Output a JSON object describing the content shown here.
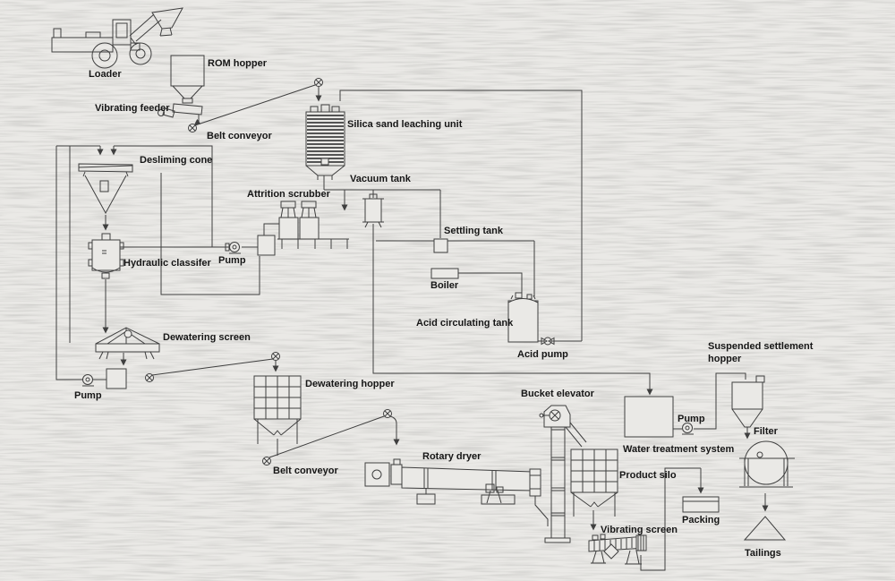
{
  "colors": {
    "background": "#eae9e6",
    "line": "#3f3f3f",
    "tank_stripe": "#232323",
    "text": "#161616"
  },
  "labels": {
    "loader": "Loader",
    "rom_hopper": "ROM hopper",
    "vibrating_feeder": "Vibrating feeder",
    "belt_conveyor_upper": "Belt conveyor",
    "desliming_cone": "Desliming cone",
    "silica_sand_leaching_unit": "Silica sand leaching unit",
    "vacuum_tank": "Vacuum tank",
    "attrition_scrubber": "Attrition scrubber",
    "settling_tank": "Settling tank",
    "pump_scrubber": "Pump",
    "hydraulic_classifier": "Hydraulic classifer",
    "boiler": "Boiler",
    "acid_circulating_tank": "Acid circulating tank",
    "acid_pump": "Acid pump",
    "dewatering_screen": "Dewatering screen",
    "pump_dewatering": "Pump",
    "dewatering_hopper": "Dewatering hopper",
    "belt_conveyor_lower": "Belt conveyor",
    "rotary_dryer": "Rotary dryer",
    "bucket_elevator": "Bucket elevator",
    "water_treatment_system": "Water treatment system",
    "pump_water_treatment": "Pump",
    "suspended_settlement_hopper": [
      "Suspended settlement",
      "hopper"
    ],
    "filter": "Filter",
    "product_silo": "Product silo",
    "vibrating_screen": "Vibrating screen",
    "packing": "Packing",
    "tailings": "Tailings"
  }
}
